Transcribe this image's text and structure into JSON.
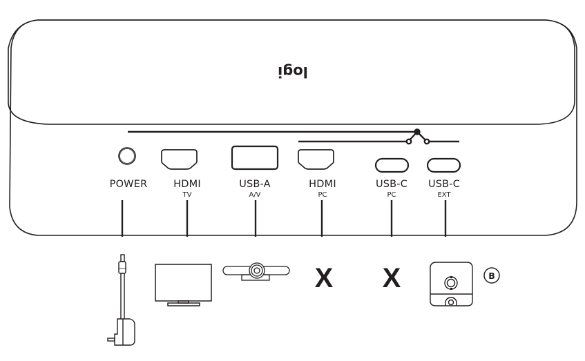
{
  "device": {
    "brand_logo": "logi",
    "logo_orientation": "upside-down"
  },
  "ports": [
    {
      "id": "power",
      "label": "POWER",
      "sub": "",
      "type": "dc-jack",
      "connected_to": "power-adapter"
    },
    {
      "id": "hdmi-tv",
      "label": "HDMI",
      "sub": "TV",
      "type": "hdmi",
      "connected_to": "tv"
    },
    {
      "id": "usba-av",
      "label": "USB-A",
      "sub": "A/V",
      "type": "usb-a",
      "connected_to": "camera-bar"
    },
    {
      "id": "hdmi-pc",
      "label": "HDMI",
      "sub": "PC",
      "type": "hdmi",
      "connected_to": "none"
    },
    {
      "id": "usbc-pc",
      "label": "USB-C",
      "sub": "PC",
      "type": "usb-c",
      "connected_to": "none"
    },
    {
      "id": "usbc-ext",
      "label": "USB-C",
      "sub": "EXT",
      "type": "usb-c",
      "connected_to": "extension-hub"
    }
  ],
  "not_connected_mark": "X",
  "badge": {
    "text": "B"
  },
  "colors": {
    "line": "#231f20",
    "background": "#ffffff"
  }
}
